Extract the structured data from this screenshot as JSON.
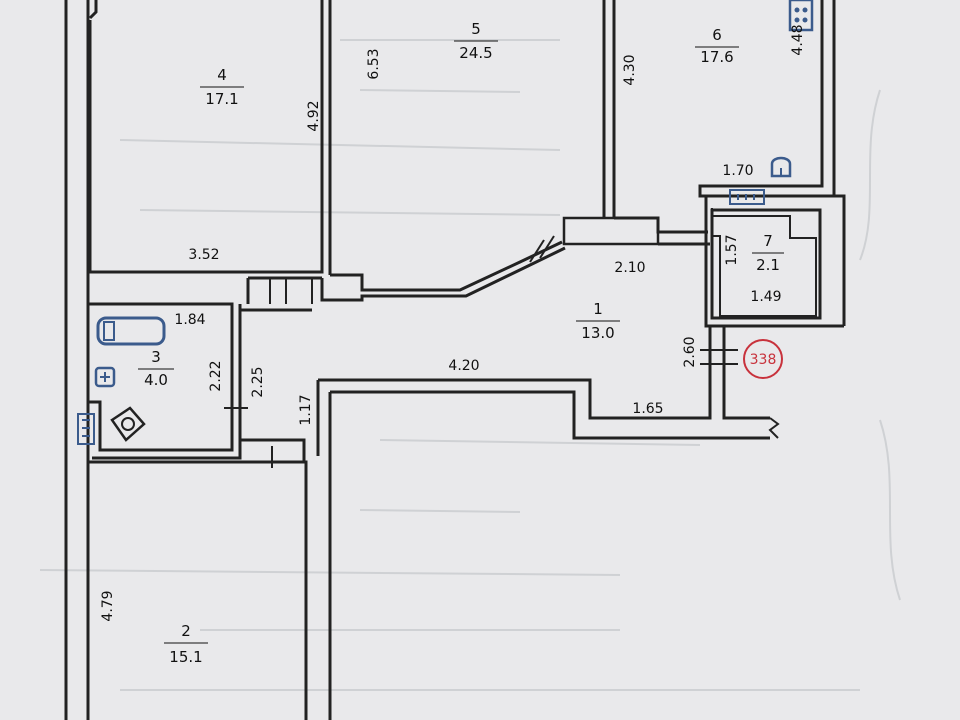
{
  "rooms": [
    {
      "id": "4",
      "number": "4",
      "area": "17.1"
    },
    {
      "id": "5",
      "number": "5",
      "area": "24.5"
    },
    {
      "id": "6",
      "number": "6",
      "area": "17.6"
    },
    {
      "id": "7",
      "number": "7",
      "area": "2.1"
    },
    {
      "id": "1",
      "number": "1",
      "area": "13.0"
    },
    {
      "id": "3",
      "number": "3",
      "area": "4.0"
    },
    {
      "id": "2",
      "number": "2",
      "area": "15.1"
    }
  ],
  "dimensions": [
    {
      "id": "d-4-92",
      "value": "4.92"
    },
    {
      "id": "d-3-52",
      "value": "3.52"
    },
    {
      "id": "d-6-53",
      "value": "6.53"
    },
    {
      "id": "d-4-30",
      "value": "4.30"
    },
    {
      "id": "d-4-48",
      "value": "4.48"
    },
    {
      "id": "d-1-70",
      "value": "1.70"
    },
    {
      "id": "d-1-57",
      "value": "1.57"
    },
    {
      "id": "d-1-49",
      "value": "1.49"
    },
    {
      "id": "d-2-10",
      "value": "2.10"
    },
    {
      "id": "d-2-60",
      "value": "2.60"
    },
    {
      "id": "d-4-20",
      "value": "4.20"
    },
    {
      "id": "d-1-65",
      "value": "1.65"
    },
    {
      "id": "d-1-84",
      "value": "1.84"
    },
    {
      "id": "d-2-22",
      "value": "2.22"
    },
    {
      "id": "d-2-25",
      "value": "2.25"
    },
    {
      "id": "d-1-17",
      "value": "1.17"
    },
    {
      "id": "d-4-79",
      "value": "4.79"
    }
  ],
  "stamp": {
    "value": "338",
    "color": "#c8323c"
  },
  "colors": {
    "background": "#e9e9eb",
    "wall": "#222222",
    "fixture": "#3b5b8c"
  }
}
